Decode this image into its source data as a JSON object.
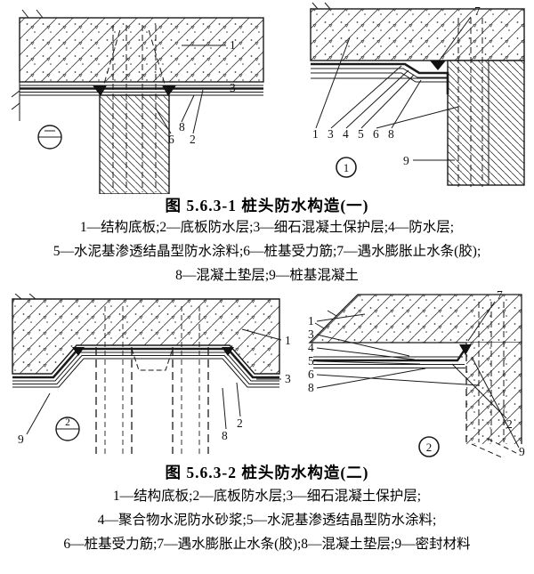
{
  "figure1": {
    "caption": "图 5.6.3-1  桩头防水构造(一)",
    "legend": [
      "1—结构底板;2—底板防水层;3—细石混凝土保护层;4—防水层;",
      "5—水泥基渗透结晶型防水涂料;6—桩基受力筋;7—遇水膨胀止水条(胶);",
      "8—混凝土垫层;9—桩基混凝土"
    ],
    "left": {
      "callouts": {
        "c1": "1",
        "c3": "3",
        "c6": "6",
        "c8": "8",
        "c2": "2"
      }
    },
    "right": {
      "callouts": {
        "c7": "7",
        "c1": "1",
        "c3": "3",
        "c4": "4",
        "c5": "5",
        "c6": "6",
        "c8": "8",
        "c9": "9"
      },
      "detail_number": "1"
    }
  },
  "figure2": {
    "caption": "图 5.6.3-2  桩头防水构造(二)",
    "legend": [
      "1—结构底板;2—底板防水层;3—细石混凝土保护层;",
      "4—聚合物水泥防水砂浆;5—水泥基渗透结晶型防水涂料;",
      "6—桩基受力筋;7—遇水膨胀止水条(胶);8—混凝土垫层;9—密封材料"
    ],
    "left": {
      "callouts": {
        "c1": "1",
        "c3": "3",
        "c2": "2",
        "c8": "8",
        "c9": "9"
      },
      "bubble": "2"
    },
    "right": {
      "callouts": {
        "c1": "1",
        "c3": "3",
        "c4": "4",
        "c5": "5",
        "c6": "6",
        "c8": "8",
        "c7": "7",
        "c2": "2",
        "c9": "9"
      },
      "detail_number": "2"
    }
  }
}
